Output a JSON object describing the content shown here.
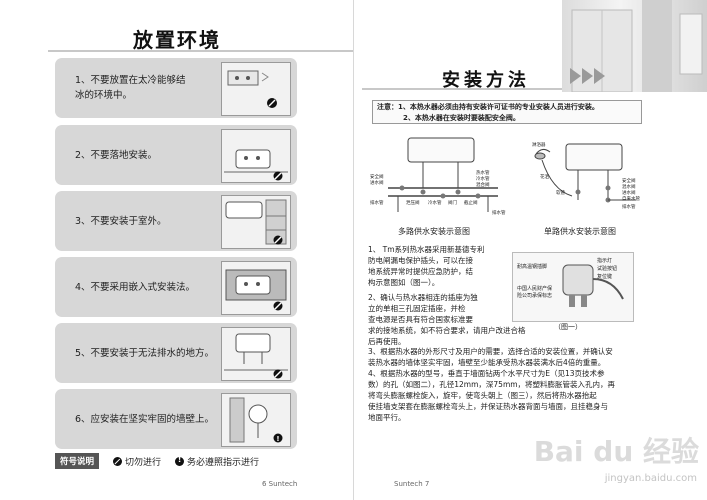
{
  "left": {
    "title": "放置环境",
    "items": [
      {
        "text": "1、不要放置在太冷能够结\n冰的环境中。",
        "icon": "prohibited-icon"
      },
      {
        "text": "2、不要落地安装。",
        "icon": "prohibited-icon"
      },
      {
        "text": "3、不要安装于室外。",
        "icon": "prohibited-icon"
      },
      {
        "text": "4、不要采用嵌入式安装法。",
        "icon": "prohibited-icon"
      },
      {
        "text": "5、不要安装于无法排水的地方。",
        "icon": "prohibited-icon"
      },
      {
        "text": "6、应安装在坚实牢固的墙壁上。",
        "icon": "mandatory-icon"
      }
    ],
    "legend": {
      "label": "符号说明",
      "prohibited": "切勿进行",
      "mandatory": "务必遵照指示进行"
    },
    "folio": "6  Suntech"
  },
  "right": {
    "title": "安装方法",
    "notice": {
      "label": "注意：",
      "line1": "1、本热水器必须由持有安装许可证书的专业安装人员进行安装。",
      "line2": "2、本热水器在安装时要装配安全阀。"
    },
    "diagram_multi": {
      "caption": "多路供水安装示意图",
      "labels": [
        "热水管",
        "冷水管",
        "混合阀",
        "安全阀",
        "进水阀",
        "排水管",
        "泄压阀",
        "冷水管",
        "阀门",
        "截止阀",
        "排水管"
      ]
    },
    "diagram_single": {
      "caption": "单路供水安装示意图",
      "labels": [
        "淋浴器",
        "花洒",
        "软管",
        "安全阀",
        "混水阀",
        "进水阀",
        "自来水管",
        "排水管"
      ]
    },
    "steps": [
      "1、   Tm系列热水器采用新基德专利\n     防电闸漏电保护插头，可以在接\n     地系统异常时提供应急防护，结\n     构示意图如（图一）。",
      "2、确认与热水器相连的插座为独\n     立的单相三孔固定插座，并检\n     查电源是否具有符合国家标准要\n     求的接地系统，如不符合要求，请用户改进合格\n     后再使用。",
      "3、根据热水器的外形尺寸及用户的需要，选择合适的安装位置，并确认安\n     装热水器的墙体坚实牢固，墙壁至少能承受热水器装满水后4倍的重量。",
      "4、根据热水器的型号，垂直于墙面钻两个水平尺寸为E（见13页技术参\n     数）的孔（如图二），孔径12mm，深75mm，将塑料膨胀管装入孔内，再\n     将弯头膨胀螺栓旋入，旋牢，使弯头朝上（图三），然后将热水器抬起\n     使挂墙支架套在膨胀螺栓弯头上，并保证热水器背面与墙面，且挂稳身与\n     地面平行。"
    ],
    "figure1": {
      "caption": "（图一）",
      "labels": [
        "耐高温钢插脚",
        "指示灯",
        "试验按钮",
        "复位键",
        "中国人民财产保\n险公司承保标志"
      ]
    },
    "folio": "Suntech  7"
  },
  "watermark": {
    "brand": "Bai du 经验",
    "url": "jingyan.baidu.com"
  }
}
